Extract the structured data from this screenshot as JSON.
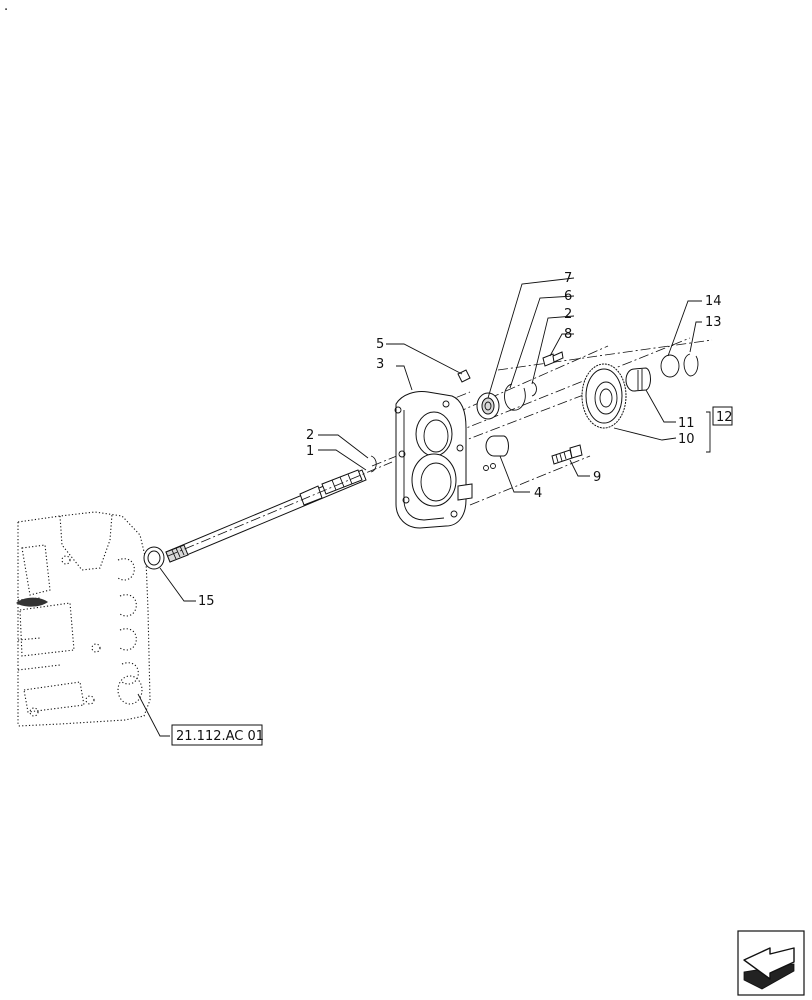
{
  "callouts": [
    {
      "id": "c1",
      "text": "1"
    },
    {
      "id": "c2a",
      "text": "2"
    },
    {
      "id": "c2b",
      "text": "2"
    },
    {
      "id": "c3",
      "text": "3"
    },
    {
      "id": "c4",
      "text": "4"
    },
    {
      "id": "c5",
      "text": "5"
    },
    {
      "id": "c6",
      "text": "6"
    },
    {
      "id": "c7",
      "text": "7"
    },
    {
      "id": "c8",
      "text": "8"
    },
    {
      "id": "c9",
      "text": "9"
    },
    {
      "id": "c10",
      "text": "10"
    },
    {
      "id": "c11",
      "text": "11"
    },
    {
      "id": "c12",
      "text": "12"
    },
    {
      "id": "c13",
      "text": "13"
    },
    {
      "id": "c14",
      "text": "14"
    },
    {
      "id": "c15",
      "text": "15"
    }
  ],
  "reference": {
    "text": "21.112.AC 01"
  },
  "corner_mark": {
    "text": "."
  },
  "icons": {
    "nav": "next-page-arrow-icon"
  }
}
